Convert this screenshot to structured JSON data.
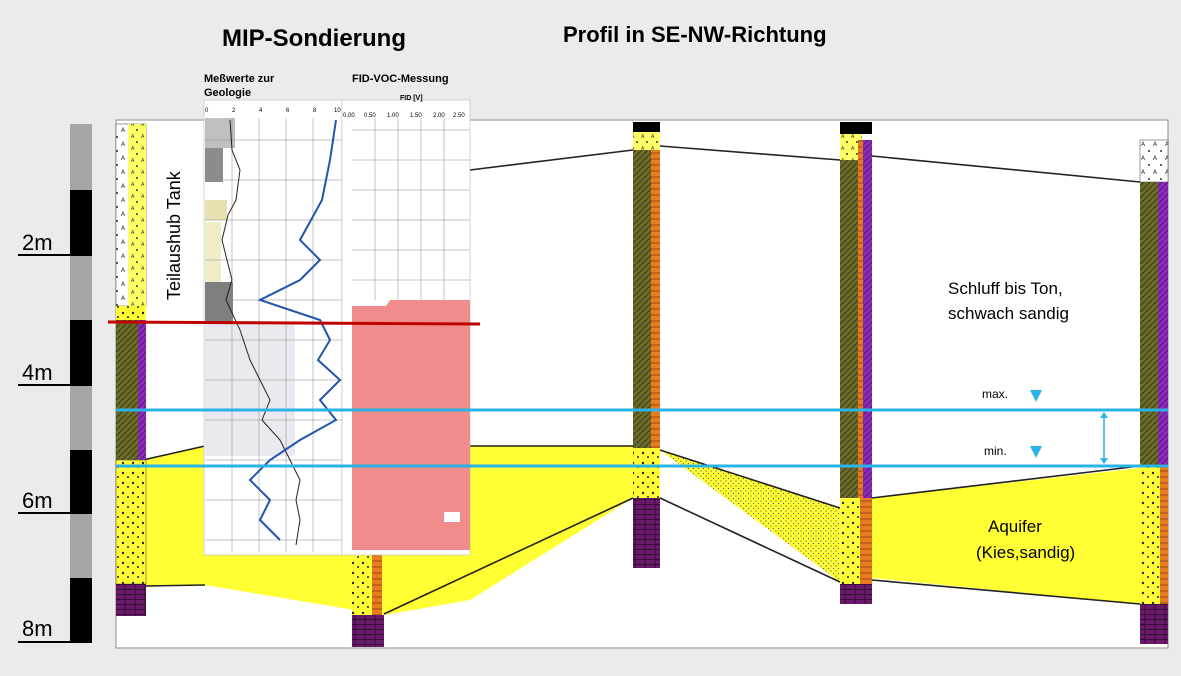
{
  "title_left": "MIP-Sondierung",
  "title_right": "Profil in SE-NW-Richtung",
  "panel_geology": {
    "title_line1": "Meßwerte zur",
    "title_line2": "Geologie",
    "axis_ticks": [
      "0",
      "2",
      "4",
      "6",
      "8",
      "10"
    ]
  },
  "panel_fid": {
    "title": "FID-VOC-Messung",
    "axis_label": "FID [V]",
    "axis_ticks": [
      "0.00",
      "0.50",
      "1.00",
      "1.50",
      "2.00",
      "2.50"
    ]
  },
  "vertical_label": "Teilaushub Tank",
  "depth_labels": [
    "2m",
    "4m",
    "6m",
    "8m"
  ],
  "annotations": {
    "silt_line1": "Schluff bis Ton,",
    "silt_line2": "schwach sandig",
    "aquifer_line1": "Aquifer",
    "aquifer_line2": "(Kies,sandig)",
    "water_max": "max.",
    "water_min": "min."
  },
  "colors": {
    "background": "#ebebeb",
    "aquifer": "#ffff33",
    "water_line": "#29b3e6",
    "contamination_line": "#c00000",
    "fid_fill": "#f08c8c",
    "clay_column": "#6b6b2a",
    "clay_purple": "#8a2cb8",
    "base_purple": "#6a1a6a"
  }
}
